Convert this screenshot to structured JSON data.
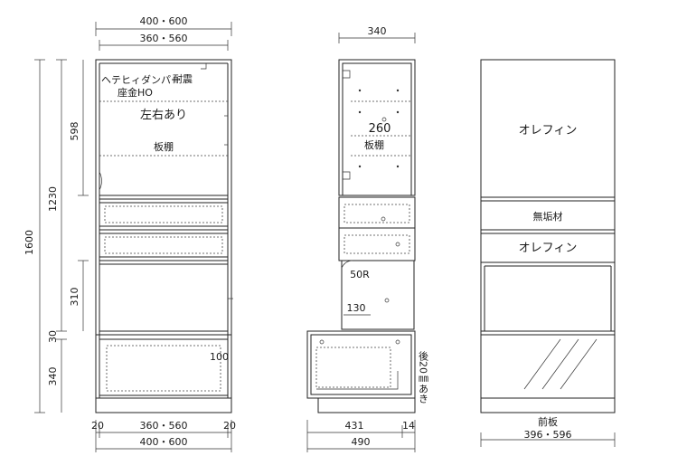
{
  "front_view": {
    "width_top_outer": "400・600",
    "width_top_inner": "360・560",
    "height_total": "1600",
    "height_upper": "1230",
    "height_shelf_zone": "598",
    "height_open": "310",
    "height_gap": "30",
    "height_base": "340",
    "damper_label_line1": "ヘテヒィダンパー",
    "damper_label_line2": "座金HO",
    "seismic_label": "耐震",
    "hinge_label": "左右あり",
    "shelf_label": "板棚",
    "inner_dim": "100",
    "bottom_left": "20",
    "bottom_mid": "360・560",
    "bottom_right": "20",
    "bottom_outer": "400・600"
  },
  "side_view": {
    "depth_top": "340",
    "shelf_depth": "260",
    "shelf_label": "板棚",
    "radius_label": "50R",
    "offset_label": "130",
    "rear_gap_label": "後20㎜あき",
    "depth_drawer": "431",
    "depth_rear": "14",
    "depth_total": "490"
  },
  "elevation_view": {
    "panel_top": "オレフィン",
    "panel_middle": "無垢材",
    "panel_lower": "オレフィン",
    "front_board_label": "前板",
    "width_label": "396・596"
  }
}
